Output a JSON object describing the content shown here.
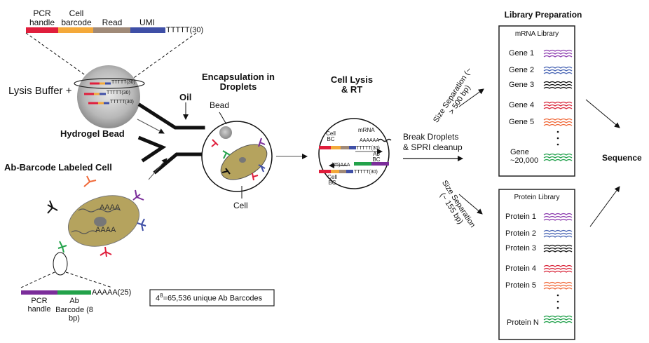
{
  "primer": {
    "pcr_handle": "PCR handle",
    "cell_barcode": "Cell barcode",
    "read": "Read",
    "umi": "UMI",
    "polyt": "TTTTT(30)"
  },
  "bead": {
    "lysis_buffer": "Lysis Buffer +",
    "polyt_small": "TTTTT(30)",
    "title": "Hydrogel Bead"
  },
  "cell": {
    "title": "Ab-Barcode Labeled Cell",
    "polya": "AAAA"
  },
  "ab_barcode": {
    "polya": "AAAAA(25)",
    "pcr_handle": "PCR handle",
    "barcode_label": "Ab Barcode (8 bp)",
    "unique_base": "4",
    "unique_exp": "8",
    "unique_rest": "=65,536 unique Ab Barcodes"
  },
  "encapsulation": {
    "title": "Encapsulation in Droplets",
    "oil": "Oil",
    "bead": "Bead",
    "cell": "Cell"
  },
  "lysis": {
    "title": "Cell Lysis & RT",
    "cell_bc_top": "Cell BC",
    "mrna": "mRNA",
    "polya": "AAAAAA",
    "polyt": "TTTTT(30)",
    "ab_bc": "Ab BC",
    "polya25": "(25)AAA",
    "cell_bc_bottom": "Cell BC"
  },
  "process": {
    "break": "Break Droplets",
    "spri": "& SPRI cleanup",
    "size_top": "Size Separation (~ > 500 bp)",
    "size_bottom": "Size Separation (~ 155 bp)"
  },
  "library": {
    "title": "Library Preparation",
    "mrna_title": "mRNA Library",
    "genes": [
      "Gene 1",
      "Gene 2",
      "Gene 3",
      "Gene 4",
      "Gene 5"
    ],
    "gene_last": "Gene ~20,000",
    "protein_title": "Protein Library",
    "proteins": [
      "Protein 1",
      "Protein 2",
      "Protein 3",
      "Protein 4",
      "Protein 5"
    ],
    "protein_last": "Protein N",
    "sequence": "Sequence"
  },
  "colors": {
    "red": "#e01e3c",
    "orange": "#f4a93a",
    "tan": "#a08a78",
    "blue": "#3f4fa6",
    "purple": "#7b2d9a",
    "green": "#23a24a",
    "cell_fill": "#b5a35e",
    "gene": [
      "#8e3fb0",
      "#4a66b5",
      "#111111",
      "#d9263a",
      "#f06a3a",
      "#1fa04a"
    ]
  }
}
